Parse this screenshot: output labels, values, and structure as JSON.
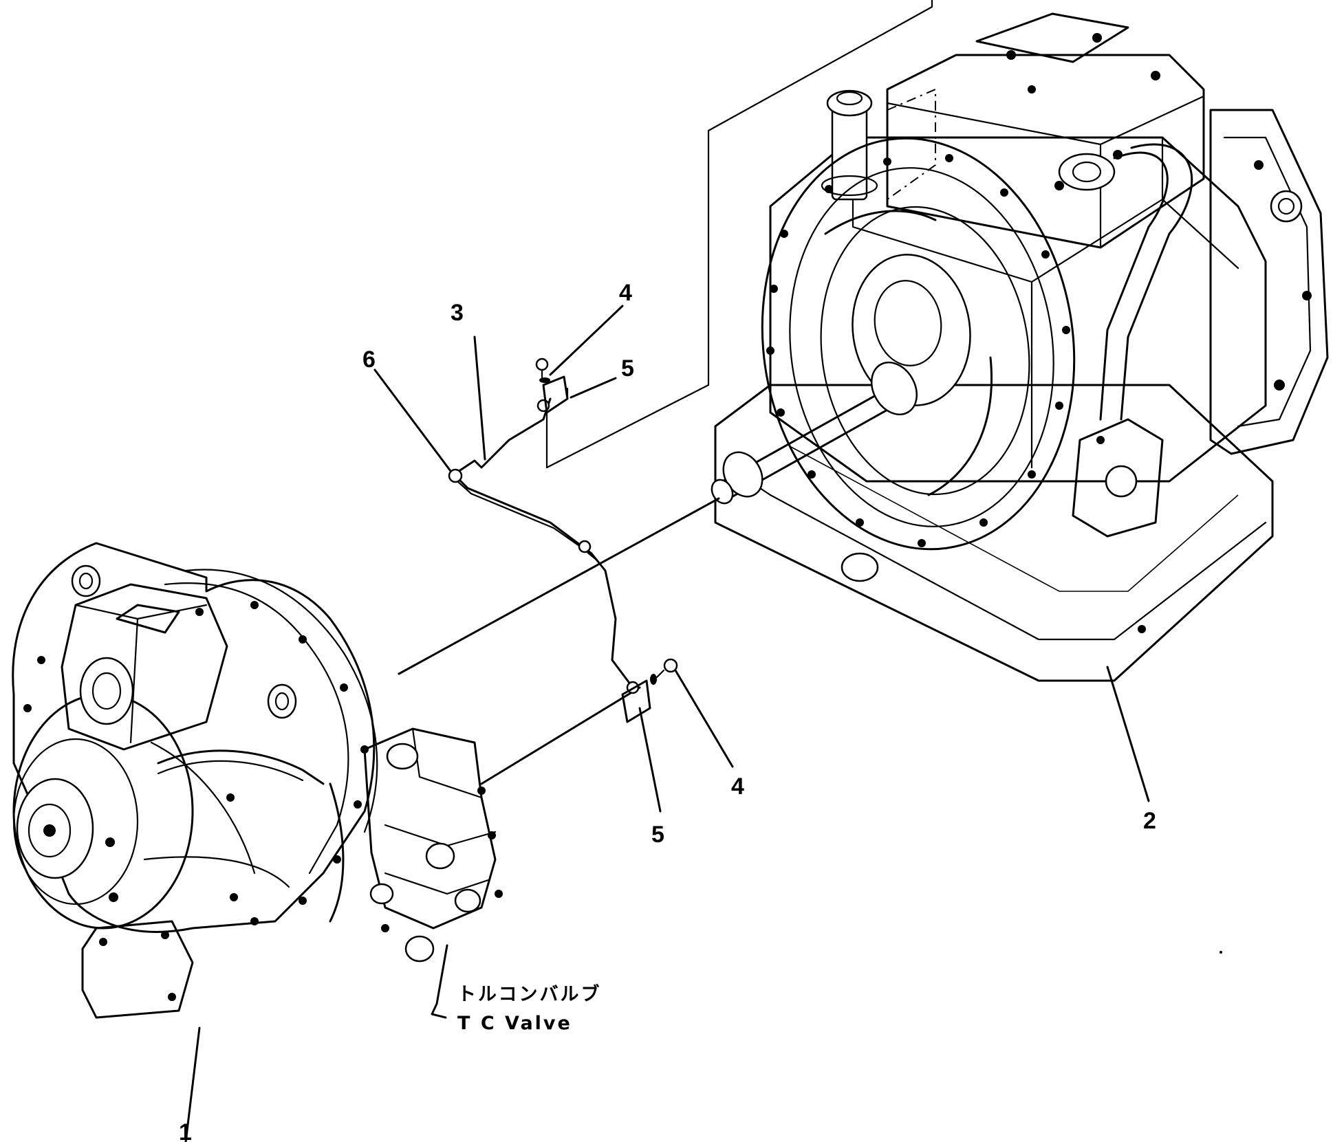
{
  "diagram": {
    "callouts": {
      "part_1": "1",
      "part_2": "2",
      "part_3": "3",
      "part_4_top": "4",
      "part_4_bottom": "4",
      "part_5_top": "5",
      "part_5_bottom": "5",
      "part_6": "6"
    },
    "valve_note": {
      "japanese": "トルコンバルブ",
      "english": "T C Valve"
    }
  }
}
